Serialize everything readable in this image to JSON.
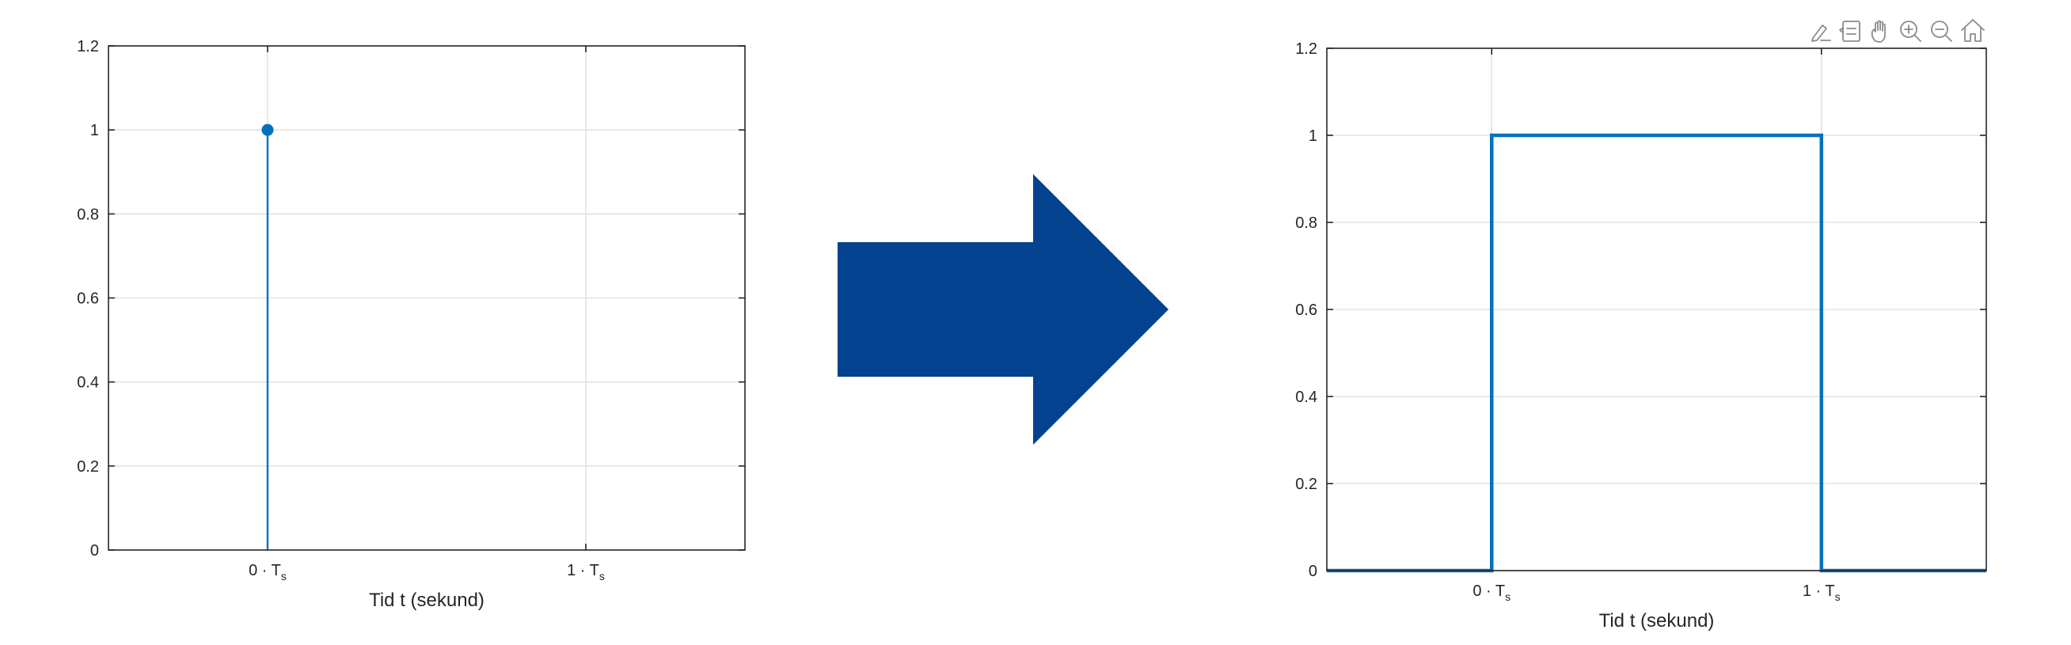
{
  "chart_data": [
    {
      "type": "stem",
      "xlabel": "Tid t (sekund)",
      "ylabel": "",
      "title": "",
      "xlim": [
        -0.5,
        1.5
      ],
      "ylim": [
        0,
        1.2
      ],
      "yticks": [
        0,
        0.2,
        0.4,
        0.6,
        0.8,
        1,
        1.2
      ],
      "ytick_labels": [
        "0",
        "0.2",
        "0.4",
        "0.6",
        "0.8",
        "1",
        "1.2"
      ],
      "xticks": [
        0,
        1
      ],
      "xtick_labels": [
        {
          "pre": "0 · T",
          "sub": "s"
        },
        {
          "pre": "1 · T",
          "sub": "s"
        }
      ],
      "grid": true,
      "series": [
        {
          "x": [
            0
          ],
          "y": [
            1
          ],
          "color": "#0072bd",
          "marker": "filled-circle"
        }
      ]
    },
    {
      "type": "line",
      "xlabel": "Tid t (sekund)",
      "ylabel": "",
      "title": "",
      "xlim": [
        -0.5,
        1.5
      ],
      "ylim": [
        0,
        1.2
      ],
      "yticks": [
        0,
        0.2,
        0.4,
        0.6,
        0.8,
        1,
        1.2
      ],
      "ytick_labels": [
        "0",
        "0.2",
        "0.4",
        "0.6",
        "0.8",
        "1",
        "1.2"
      ],
      "xticks": [
        0,
        1
      ],
      "xtick_labels": [
        {
          "pre": "0 · T",
          "sub": "s"
        },
        {
          "pre": "1 · T",
          "sub": "s"
        }
      ],
      "grid": true,
      "series": [
        {
          "x": [
            -0.5,
            0,
            0,
            1,
            1,
            1.5
          ],
          "y": [
            0,
            0,
            1,
            1,
            0,
            0
          ],
          "color": "#0072bd"
        }
      ]
    }
  ],
  "arrow": {
    "color": "#02428e",
    "direction": "right"
  },
  "toolbar": {
    "icons": [
      "brush-icon",
      "datatip-icon",
      "pan-hand-icon",
      "zoom-in-icon",
      "zoom-out-icon",
      "home-icon"
    ]
  }
}
